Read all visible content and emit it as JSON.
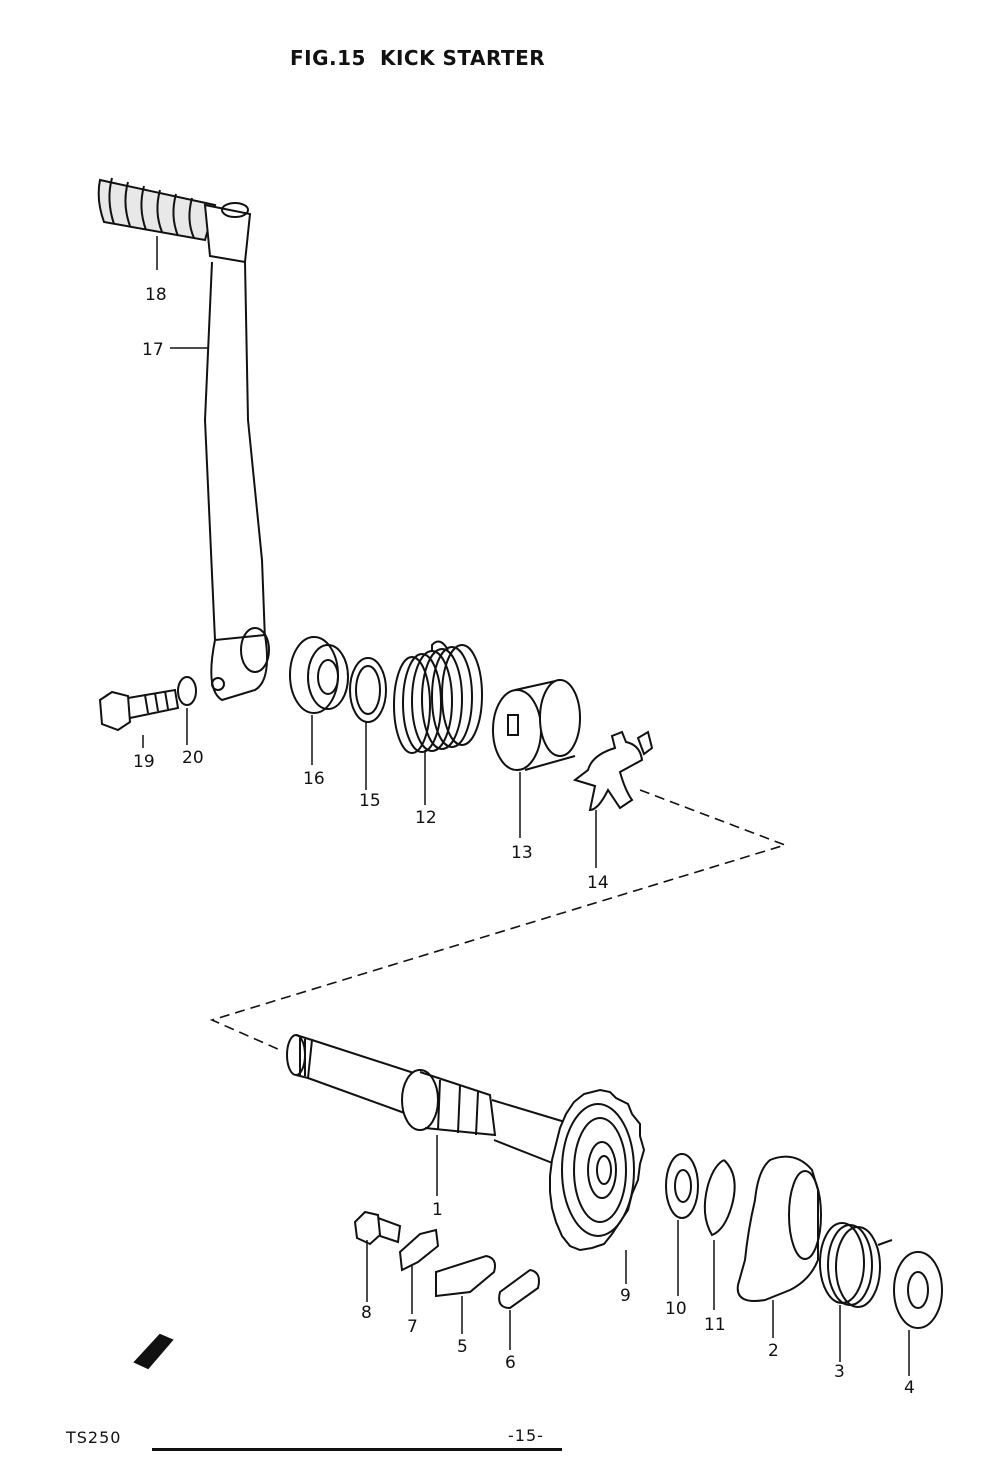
{
  "figure": {
    "number": "FIG.15",
    "title": "KICK STARTER"
  },
  "parts": [
    {
      "no": "1"
    },
    {
      "no": "2"
    },
    {
      "no": "3"
    },
    {
      "no": "4"
    },
    {
      "no": "5"
    },
    {
      "no": "6"
    },
    {
      "no": "7"
    },
    {
      "no": "8"
    },
    {
      "no": "9"
    },
    {
      "no": "10"
    },
    {
      "no": "11"
    },
    {
      "no": "12"
    },
    {
      "no": "13"
    },
    {
      "no": "14"
    },
    {
      "no": "15"
    },
    {
      "no": "16"
    },
    {
      "no": "17"
    },
    {
      "no": "18"
    },
    {
      "no": "19"
    },
    {
      "no": "20"
    }
  ],
  "footer": {
    "model": "TS250",
    "page": "-15-"
  }
}
